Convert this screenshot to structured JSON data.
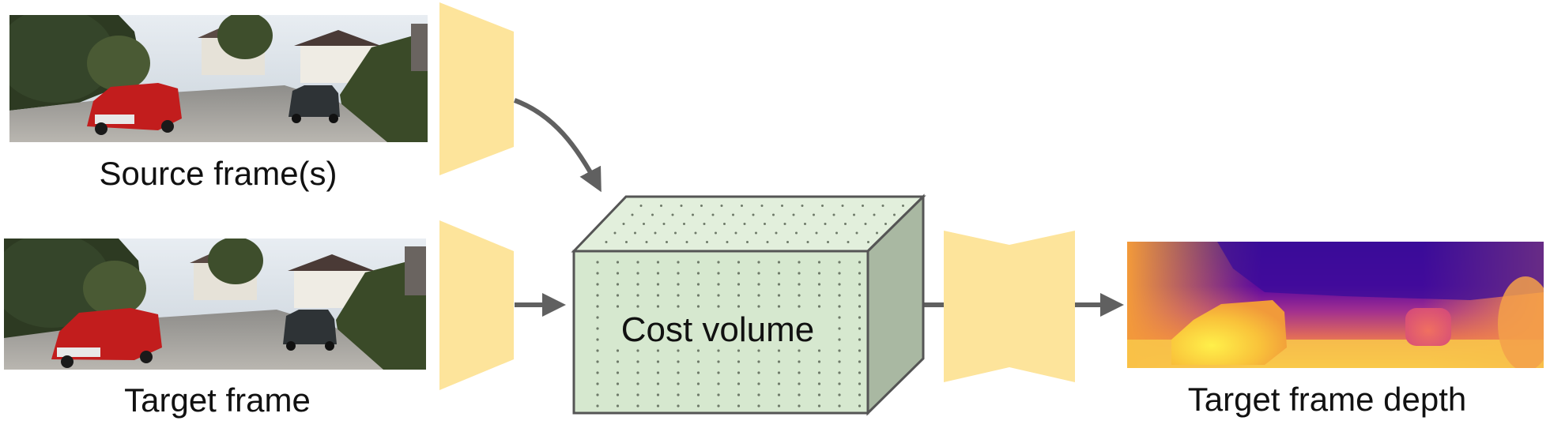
{
  "diagram": {
    "source_label": "Source frame(s)",
    "target_label": "Target frame",
    "cost_volume_label": "Cost volume",
    "output_label": "Target frame depth"
  },
  "colors": {
    "encoder_fill": "#fde49b",
    "volume_front": "#d6e8cf",
    "volume_top": "#e2efdc",
    "volume_side": "#a9b8a2",
    "volume_stroke": "#555555",
    "arrow": "#606060",
    "depth_far": "#2b0a90",
    "depth_mid": "#b5318c",
    "depth_near": "#f8e64a"
  },
  "icons": {
    "source_image": "street-scene-photo",
    "target_image": "street-scene-photo",
    "depth_map": "depth-map-image"
  }
}
